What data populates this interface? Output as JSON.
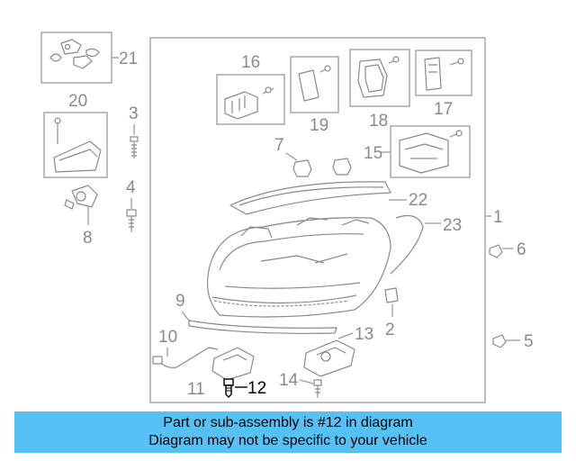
{
  "callouts": {
    "c1": "1",
    "c2": "2",
    "c3": "3",
    "c4": "4",
    "c5": "5",
    "c6": "6",
    "c7": "7",
    "c8": "8",
    "c9": "9",
    "c10": "10",
    "c11": "11",
    "c12": "12",
    "c13": "13",
    "c14": "14",
    "c15": "15",
    "c16": "16",
    "c17": "17",
    "c18": "18",
    "c19": "19",
    "c20": "20",
    "c21": "21",
    "c22": "22",
    "c23": "23"
  },
  "banner": {
    "line1": "Part or sub-assembly is #12 in diagram",
    "line2": "Diagram may not be specific to your vehicle"
  },
  "colors": {
    "banner_bg": "#55c1f5",
    "line_gray": "#8a8a8a",
    "highlight": "#000000"
  }
}
